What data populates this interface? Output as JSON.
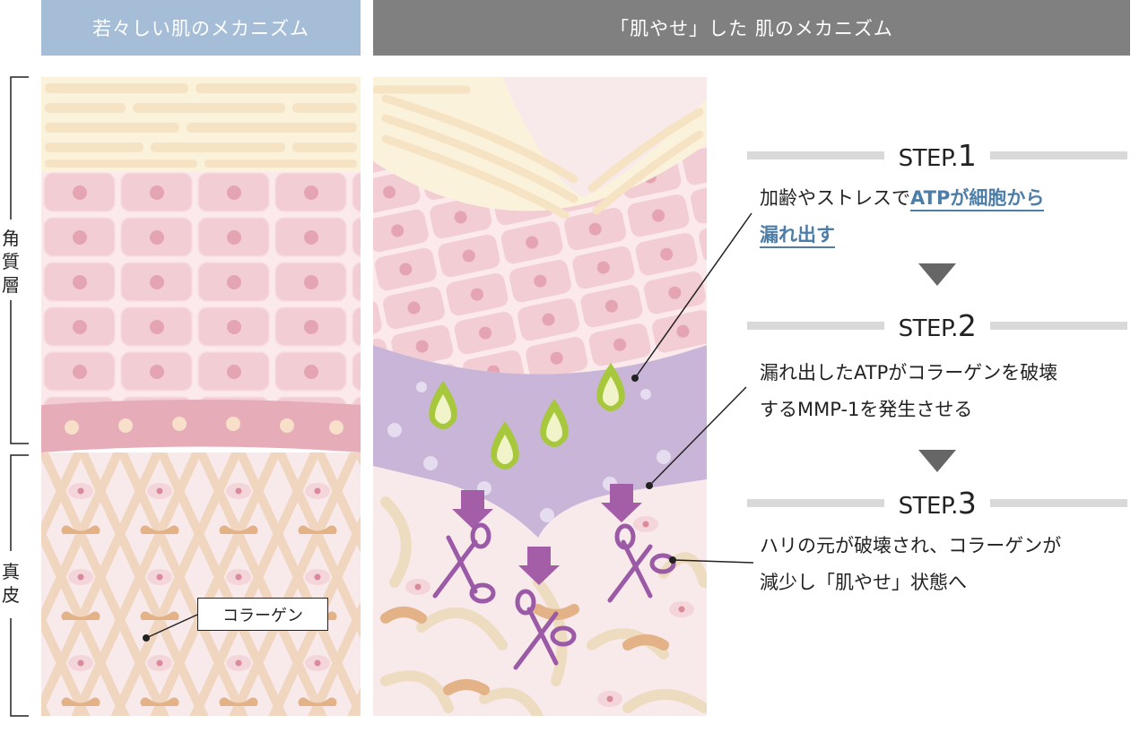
{
  "headers": {
    "left": "若々しい肌のメカニズム",
    "right": "「肌やせ」した 肌のメカニズム"
  },
  "side_labels": {
    "stratum": "角質層",
    "dermis": "真皮"
  },
  "collagen_label": "コラーゲン",
  "steps": [
    {
      "prefix": "STEP.",
      "num": "1",
      "text_plain": "加齢やストレスで",
      "text_highlight1": "ATPが細胞から",
      "text_highlight2": "漏れ出す"
    },
    {
      "prefix": "STEP.",
      "num": "2",
      "line1": "漏れ出したATPがコラーゲンを破壊",
      "line2": "するMMP-1を発生させる"
    },
    {
      "prefix": "STEP.",
      "num": "3",
      "line1": "ハリの元が破壊され、コラーゲンが",
      "line2": "減少し「肌やせ」状態へ"
    }
  ],
  "colors": {
    "header_left": "#a5bdd6",
    "header_right": "#808080",
    "highlight": "#4d7ea8",
    "step_bar": "#d9d9d9",
    "arrow": "#666666",
    "purple_layer": "#c8b5d8",
    "scissors": "#9b5aa6"
  },
  "icons": [
    "scissors-icon",
    "down-arrow-icon",
    "atp-drop-icon",
    "triangle-down-icon"
  ]
}
